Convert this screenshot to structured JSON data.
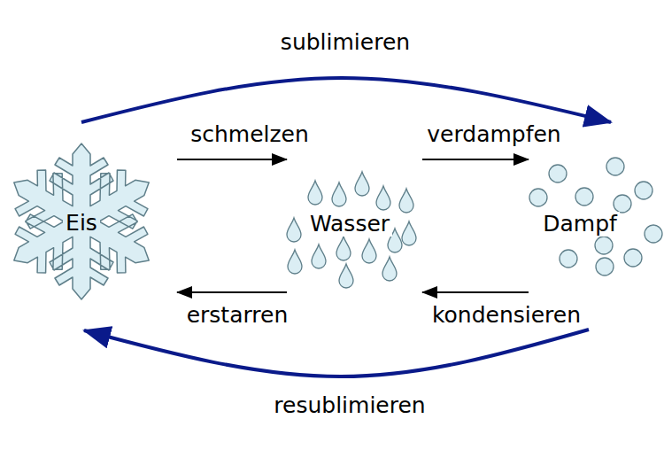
{
  "diagram": {
    "nodes": [
      {
        "text": [
          "Eis"
        ]
      },
      {
        "text": [
          "Wasser"
        ]
      },
      {
        "text": [
          "Dampf"
        ]
      }
    ],
    "edges": [
      {
        "from": 0,
        "to": 1,
        "label": "schmelzen",
        "arrow": "to"
      },
      {
        "from": 1,
        "to": 2,
        "label": "verdampfen",
        "arrow": "to"
      },
      {
        "from": 2,
        "to": 1,
        "label": "kondensieren",
        "arrow": "to"
      },
      {
        "from": 1,
        "to": 0,
        "label": "erstarren",
        "arrow": "to"
      },
      {
        "from": 0,
        "to": 2,
        "label": "sublimieren",
        "arrow": "to"
      },
      {
        "from": 2,
        "to": 0,
        "label": "resublimieren",
        "arrow": "to"
      }
    ]
  }
}
